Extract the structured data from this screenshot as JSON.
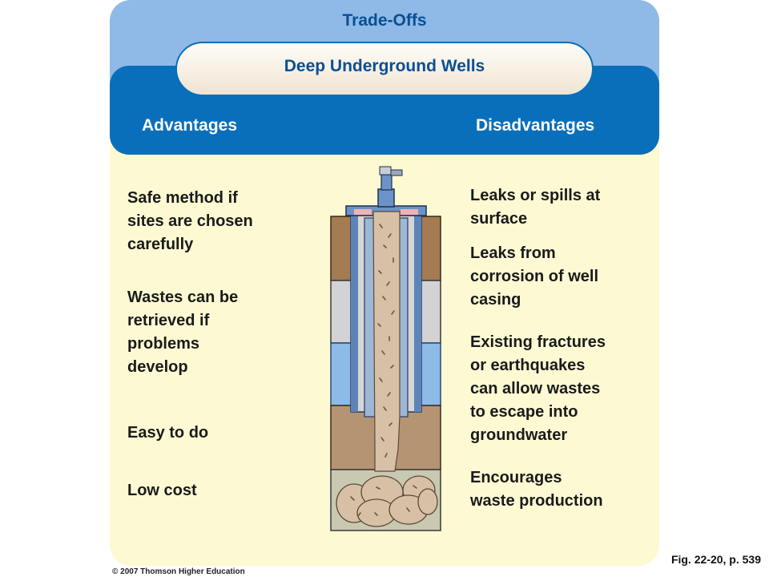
{
  "title": "Trade-Offs",
  "subtitle": "Deep Underground Wells",
  "advantages_header": "Advantages",
  "disadvantages_header": "Disadvantages",
  "advantages": [
    "Safe method if\nsites are chosen\ncarefully",
    "Wastes can be\nretrieved if\nproblems\ndevelop",
    "Easy to do",
    "Low cost"
  ],
  "disadvantages": [
    "Leaks or spills at\nsurface",
    "Leaks from\ncorrosion of well\ncasing",
    "Existing fractures\nor earthquakes\ncan allow wastes\nto escape into\ngroundwater",
    "Encourages\nwaste production"
  ],
  "caption": "Fig. 22-20, p. 539",
  "copyright": "© 2007 Thomson Higher Education",
  "colors": {
    "band_light": "#8fb9e6",
    "band_dark": "#0a6fba",
    "panel": "#fdfad3",
    "title_text": "#0a4f95",
    "soil_brown": "#a57b52",
    "rock_gray": "#d3d3d5",
    "aquifer_blue": "#8dbbe8",
    "sandstone": "#b59474",
    "waste": "#d8c0a6",
    "casing": "#5c84b8"
  }
}
